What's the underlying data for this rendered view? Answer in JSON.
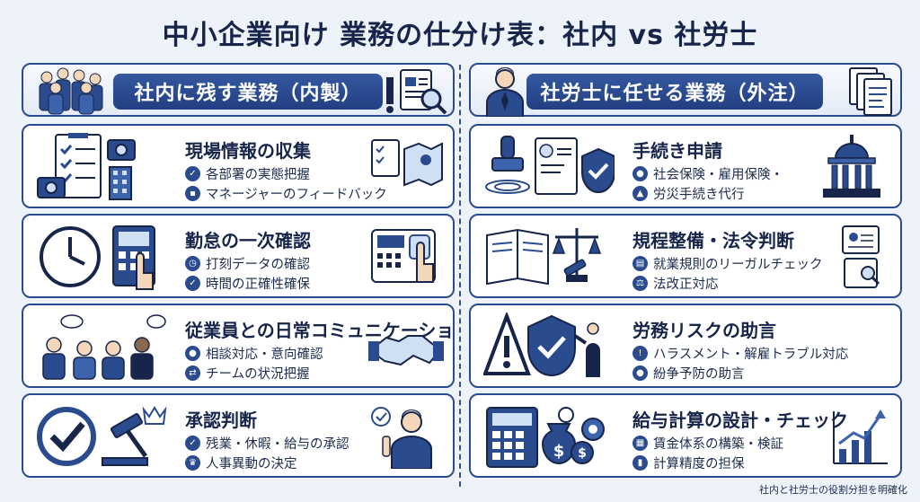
{
  "title": "中小企業向け 業務の仕分け表：社内 vs 社労士",
  "left": {
    "header": "社内に残す業務（内製）",
    "cards": [
      {
        "title": "現場情報の収集",
        "items": [
          "各部署の実態把握",
          "マネージャーのフィードバック"
        ]
      },
      {
        "title": "勤怠の一次確認",
        "items": [
          "打刻データの確認",
          "時間の正確性確保"
        ]
      },
      {
        "title": "従業員との日常コミュニケーション",
        "items": [
          "相談対応・意向確認",
          "チームの状況把握"
        ]
      },
      {
        "title": "承認判断",
        "items": [
          "残業・休暇・給与の承認",
          "人事異動の決定"
        ]
      }
    ]
  },
  "right": {
    "header": "社労士に任せる業務（外注）",
    "cards": [
      {
        "title": "手続き申請",
        "items": [
          "社会保険・雇用保険・",
          "労災手続き代行"
        ]
      },
      {
        "title": "規程整備・法令判断",
        "items": [
          "就業規則のリーガルチェック",
          "法改正対応"
        ]
      },
      {
        "title": "労務リスクの助言",
        "items": [
          "ハラスメント・解雇トラブル対応",
          "紛争予防の助言"
        ]
      },
      {
        "title": "給与計算の設計・チェック",
        "items": [
          "賃金体系の構築・検証",
          "計算精度の担保"
        ]
      }
    ]
  },
  "footer": "社内と社労士の役割分担を明確化",
  "colors": {
    "navy": "#2b4b8f",
    "dark": "#18254a",
    "background": "#eef3fa"
  }
}
